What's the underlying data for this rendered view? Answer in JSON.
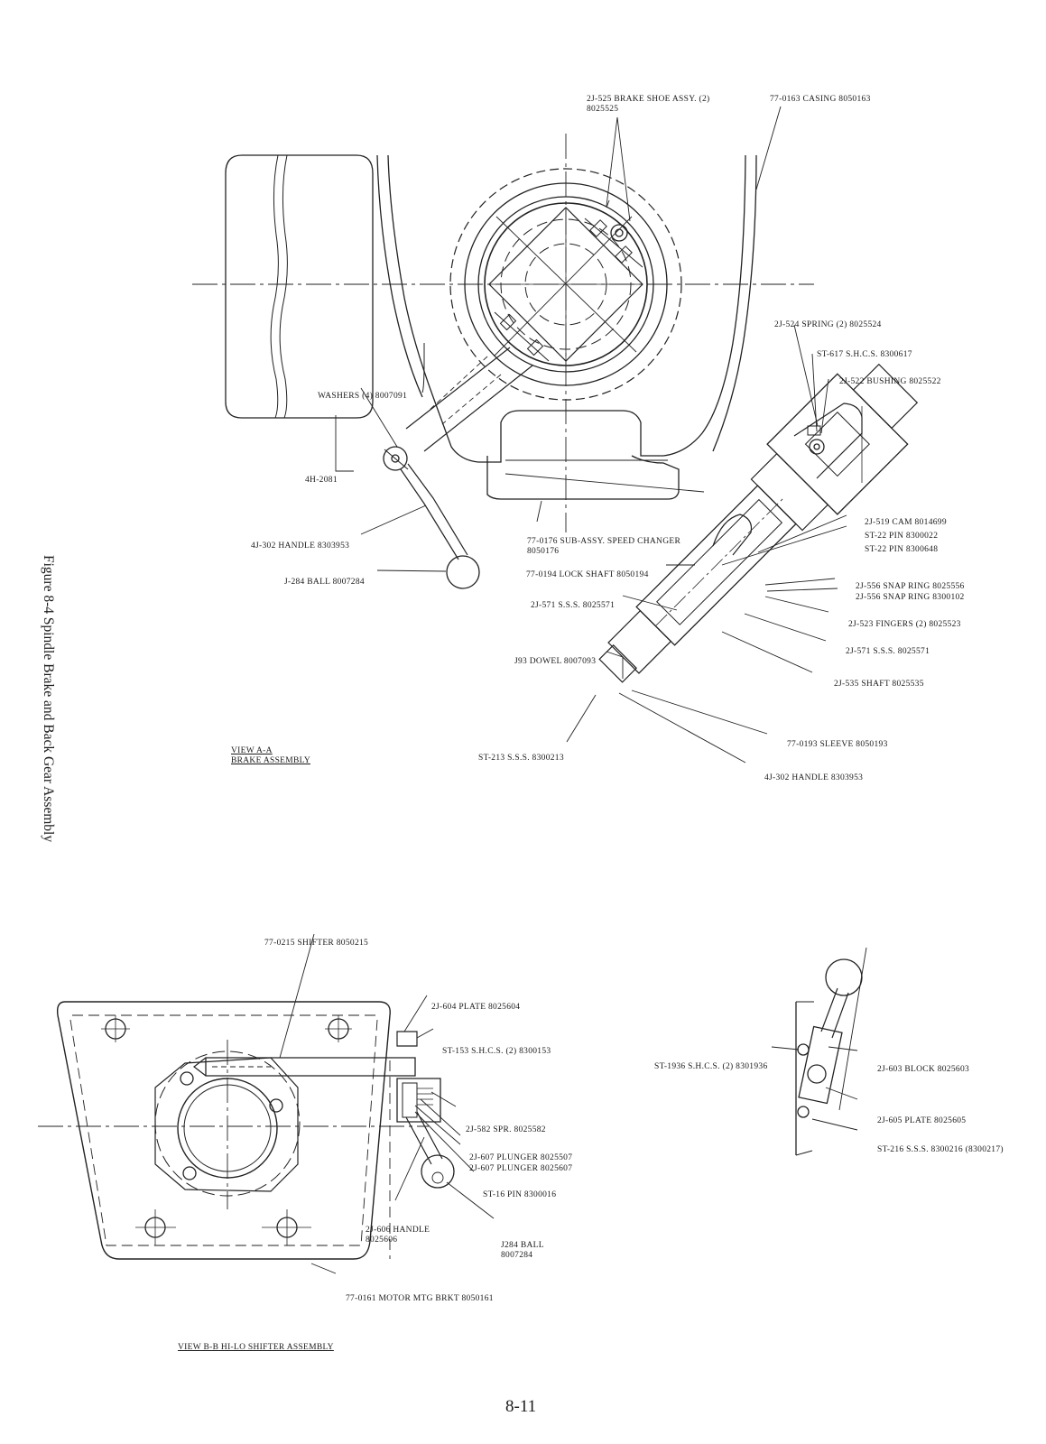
{
  "figure": {
    "caption": "Figure 8-4 Spindle Brake and Back Gear Assembly",
    "page_number": "8-11"
  },
  "view_a": {
    "title_line1": "VIEW A-A",
    "title_line2": "BRAKE ASSEMBLY",
    "labels": {
      "brake_shoe": "2J-525 BRAKE SHOE ASSY. (2)",
      "brake_shoe_num": "8025525",
      "casing": "77-0163 CASING 8050163",
      "spring": "2J-524 SPRING (2) 8025524",
      "shcs": "ST-617 S.H.C.S. 8300617",
      "bushing": "2J-522 BUSHING 8025522",
      "washers": "WASHERS (4) 8007091",
      "part_4h": "4H-2081",
      "cam": "2J-519 CAM 8014699",
      "pin1": "ST-22 PIN 8300022",
      "pin2": "ST-22 PIN 8300648",
      "handle_left": "4J-302 HANDLE 8303953",
      "sub_assy": "77-0176 SUB-ASSY. SPEED CHANGER",
      "sub_assy_num": "8050176",
      "snap_ring1": "2J-556 SNAP RING 8025556",
      "snap_ring2": "2J-556 SNAP RING 8300102",
      "ball": "J-284 BALL 8007284",
      "lock_shaft": "77-0194 LOCK SHAFT 8050194",
      "fingers": "2J-523 FINGERS (2) 8025523",
      "sss_left": "2J-571 S.S.S. 8025571",
      "sss_right": "2J-571 S.S.S. 8025571",
      "dowel": "J93 DOWEL 8007093",
      "shaft": "2J-535 SHAFT 8025535",
      "sleeve": "77-0193 SLEEVE 8050193",
      "st213": "ST-213 S.S.S. 8300213",
      "handle_bottom": "4J-302 HANDLE 8303953"
    }
  },
  "view_b": {
    "title": "VIEW B-B HI-LO SHIFTER ASSEMBLY",
    "labels": {
      "shifter": "77-0215 SHIFTER 8050215",
      "plate604": "2J-604 PLATE 8025604",
      "st153": "ST-153 S.H.C.S. (2) 8300153",
      "spr": "2J-582 SPR. 8025582",
      "plunger1": "2J-607 PLUNGER 8025507",
      "plunger2": "2J-607 PLUNGER 8025607",
      "st16": "ST-16 PIN 8300016",
      "handle606": "2J-606 HANDLE",
      "handle606_num": "8025606",
      "ball": "J284 BALL",
      "ball_num": "8007284",
      "motor_brkt": "77-0161 MOTOR MTG BRKT 8050161",
      "st1936": "ST-1936 S.H.C.S. (2) 8301936",
      "block": "2J-603 BLOCK 8025603",
      "plate605": "2J-605 PLATE 8025605",
      "st216": "ST-216 S.S.S. 8300216 (8300217)"
    }
  }
}
